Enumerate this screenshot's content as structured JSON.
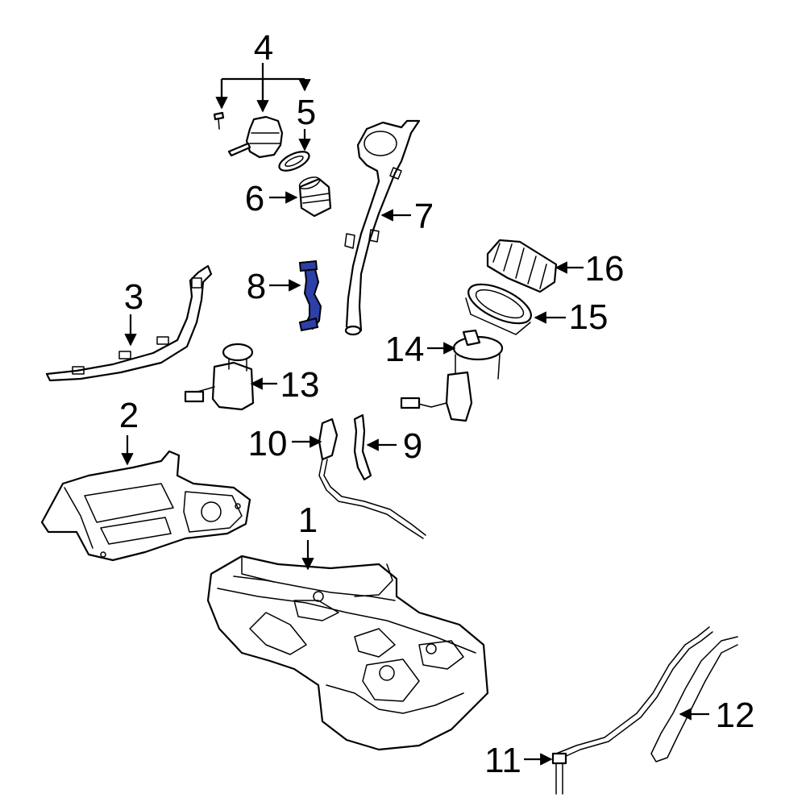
{
  "highlight_color": "#2d3fa8",
  "callouts": [
    {
      "id": "1",
      "label": "1"
    },
    {
      "id": "2",
      "label": "2"
    },
    {
      "id": "3",
      "label": "3"
    },
    {
      "id": "4",
      "label": "4"
    },
    {
      "id": "5",
      "label": "5"
    },
    {
      "id": "6",
      "label": "6"
    },
    {
      "id": "7",
      "label": "7"
    },
    {
      "id": "8",
      "label": "8"
    },
    {
      "id": "9",
      "label": "9"
    },
    {
      "id": "10",
      "label": "10"
    },
    {
      "id": "11",
      "label": "11"
    },
    {
      "id": "12",
      "label": "12"
    },
    {
      "id": "13",
      "label": "13"
    },
    {
      "id": "14",
      "label": "14"
    },
    {
      "id": "15",
      "label": "15"
    },
    {
      "id": "16",
      "label": "16"
    }
  ],
  "highlighted_part": "8"
}
